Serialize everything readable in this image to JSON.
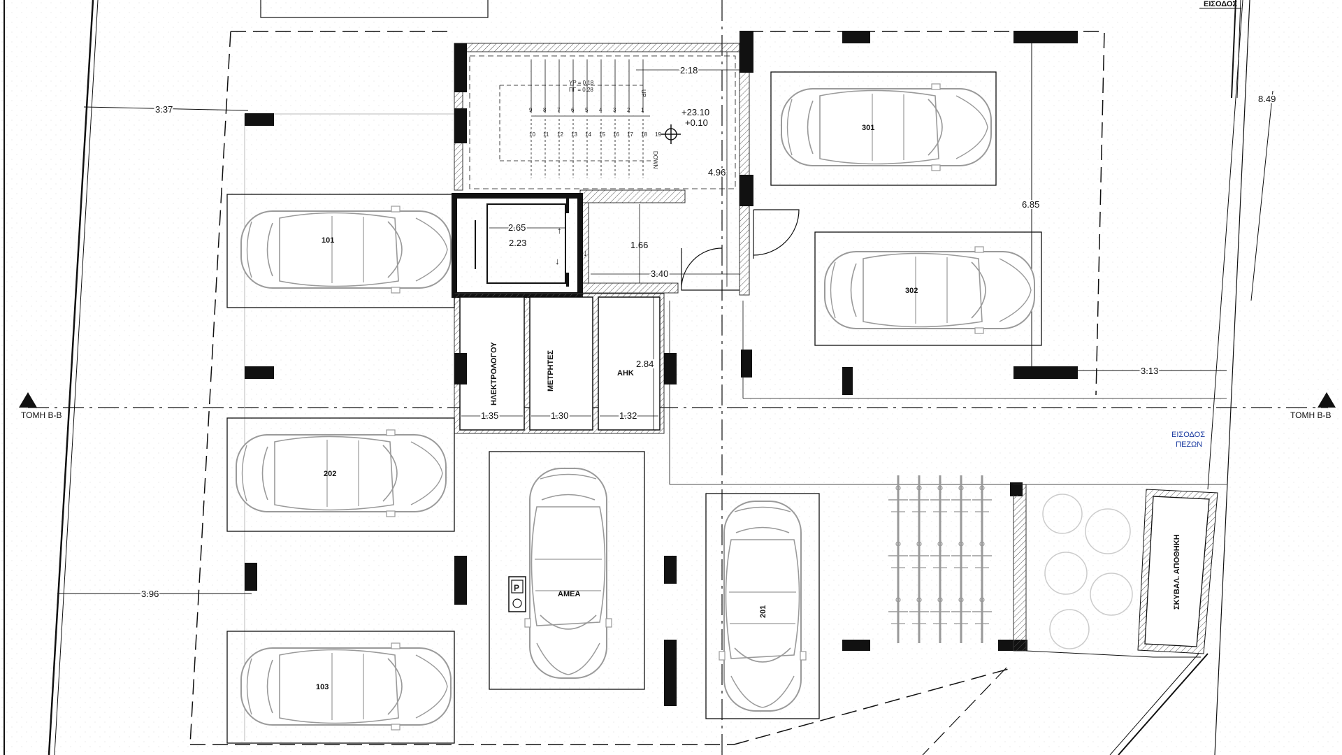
{
  "parking_spaces": [
    "101",
    "202",
    "103",
    "301",
    "302",
    "201"
  ],
  "accessible_space": "ΑΜΕΑ",
  "rooms": {
    "electrician": "ΗΛΕΚΤΡΟΛΟΓΟΥ",
    "meters": "ΜΕΤΡΗΤΕΣ",
    "ahk": "ΑΗΚ",
    "waste_store": "ΣΚΥΒΑΛ. ΑΠΟΘΗΚΗ"
  },
  "entrances": {
    "vehicle": "ΕΙΣΟΔΟΣ",
    "pedestrian_line1": "ΕΙΣΟΔΟΣ",
    "pedestrian_line2": "ΠΕΖΩΝ"
  },
  "section_marks": {
    "left": "ΤΟΜΗ Β-Β",
    "right": "ΤΟΜΗ Β-Β"
  },
  "levels": {
    "top": "+23.10",
    "bottom": "+0.10"
  },
  "stair": {
    "riser": "ΥΡ = 0.18",
    "going": "ΠΓ = 0.28",
    "up": "UP",
    "down": "DOWN",
    "upper_steps": [
      "9",
      "8",
      "7",
      "6",
      "5",
      "4",
      "3",
      "2",
      "1"
    ],
    "lower_steps": [
      "10",
      "11",
      "12",
      "13",
      "14",
      "15",
      "16",
      "17",
      "18",
      "19"
    ]
  },
  "dimensions": {
    "d_2_18": "2.18",
    "d_3_37": "3.37",
    "d_4_96": "4.96",
    "d_2_65": "2.65",
    "d_2_23": "2.23",
    "d_1_66": "1.66",
    "d_3_40": "3.40",
    "d_6_85": "6.85",
    "d_8_49": "8.49",
    "d_3_13": "3.13",
    "d_2_84": "2.84",
    "d_1_35": "1.35",
    "d_1_30": "1.30",
    "d_1_32": "1.32",
    "d_3_96": "3.96"
  },
  "colors": {
    "line": "#111111",
    "car": "#9a9a9a",
    "pedestrian_label": "#1a3aa0",
    "hatch": "#555555"
  }
}
